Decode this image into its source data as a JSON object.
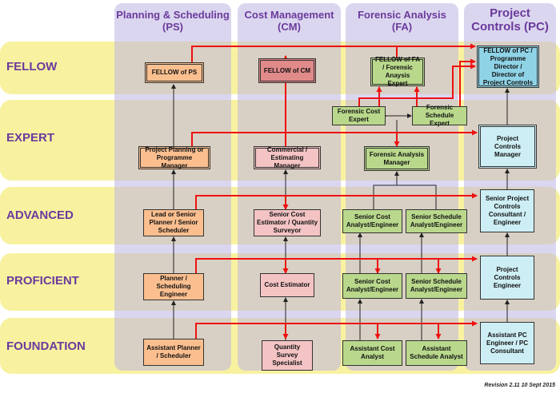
{
  "levels": {
    "fellow": "FELLOW",
    "expert": "EXPERT",
    "advanced": "ADVANCED",
    "proficient": "PROFICIENT",
    "foundation": "FOUNDATION"
  },
  "columns": {
    "ps": [
      "Planning & Scheduling",
      "(PS)"
    ],
    "cm": [
      "Cost Management",
      "(CM)"
    ],
    "fa": [
      "Forensic Analysis",
      "(FA)"
    ],
    "pc": [
      "Project",
      "Controls (PC)"
    ]
  },
  "boxes": {
    "ps_fellow": "FELLOW of PS",
    "ps_expert": "Project Planning or Programme Manager",
    "ps_advanced": "Lead or Senior Planner / Senior Scheduler",
    "ps_proficient": "Planner / Scheduling Engineer",
    "ps_foundation": "Assistant Planner / Scheduler",
    "cm_fellow": "FELLOW of CM",
    "cm_expert": "Commercial / Estimating Manager",
    "cm_advanced": "Senior Cost Estimator / Quantity Surveyor",
    "cm_proficient": "Cost Estimator",
    "cm_foundation": "Quantity Survey Specialist",
    "fa_fellow": "FELLOW of FA / Forensic Anaysis Expert",
    "fa_cost_expert": "Forensic Cost Expert",
    "fa_schedule_expert": "Forensic Schedule Expert",
    "fa_manager": "Forensic Analysis Manager",
    "fa_senior_cost": "Senior Cost Analyst/Engineer",
    "fa_senior_schedule_adv": "Senior Schedule Analyst/Engineer",
    "fa_senior_cost_prof": "Senior Cost Analyst/Engineer",
    "fa_senior_schedule_prof": "Senior Schedule Analyst/Engineer",
    "fa_assistant_cost": "Assistant Cost Analyst",
    "fa_assistant_schedule": "Assistant Schedule Analyst",
    "pc_fellow": "FELLOW of PC / Programme Director / Director of Project Controls",
    "pc_expert": "Project Controls Manager",
    "pc_advanced": "Senior Project Controls Consultant / Engineer",
    "pc_proficient": "Project Controls Engineer",
    "pc_foundation": "Assistant PC Engineer / PC Consultant"
  },
  "revision": "Revision 2.11  10 Sept 2015",
  "colors": {
    "band": "#f8f2a0",
    "column": "#bdb4e1",
    "heading": "#6b3a9c",
    "arrow_red": "#ee1111",
    "arrow_black": "#222222"
  }
}
